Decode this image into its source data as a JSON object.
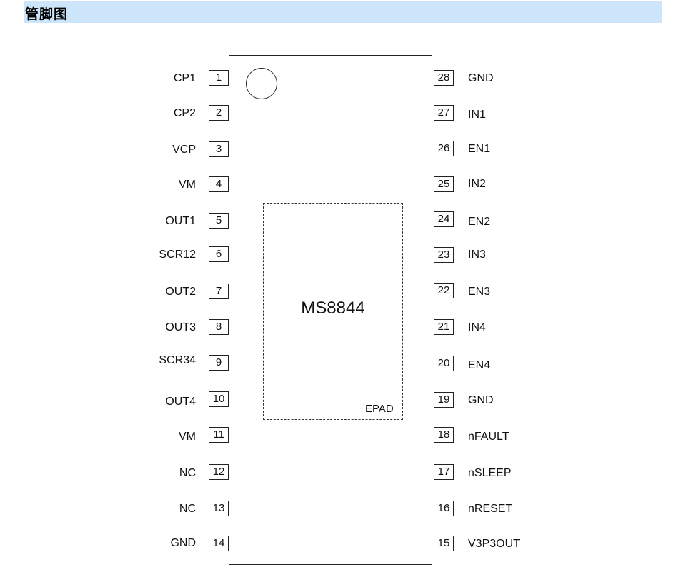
{
  "header": {
    "title": "管脚图"
  },
  "chip": {
    "name": "MS8844",
    "epad_label": "EPAD"
  },
  "left_pins": [
    {
      "num": "1",
      "name": "CP1"
    },
    {
      "num": "2",
      "name": "CP2"
    },
    {
      "num": "3",
      "name": "VCP"
    },
    {
      "num": "4",
      "name": "VM"
    },
    {
      "num": "5",
      "name": "OUT1"
    },
    {
      "num": "6",
      "name": "SCR12"
    },
    {
      "num": "7",
      "name": "OUT2"
    },
    {
      "num": "8",
      "name": "OUT3"
    },
    {
      "num": "9",
      "name": "SCR34"
    },
    {
      "num": "10",
      "name": "OUT4"
    },
    {
      "num": "11",
      "name": "VM"
    },
    {
      "num": "12",
      "name": "NC"
    },
    {
      "num": "13",
      "name": "NC"
    },
    {
      "num": "14",
      "name": "GND"
    }
  ],
  "right_pins": [
    {
      "num": "28",
      "name": "GND"
    },
    {
      "num": "27",
      "name": "IN1"
    },
    {
      "num": "26",
      "name": "EN1"
    },
    {
      "num": "25",
      "name": "IN2"
    },
    {
      "num": "24",
      "name": "EN2"
    },
    {
      "num": "23",
      "name": "IN3"
    },
    {
      "num": "22",
      "name": "EN3"
    },
    {
      "num": "21",
      "name": "IN4"
    },
    {
      "num": "20",
      "name": "EN4"
    },
    {
      "num": "19",
      "name": "GND"
    },
    {
      "num": "18",
      "name": "nFAULT"
    },
    {
      "num": "17",
      "name": "nSLEEP"
    },
    {
      "num": "16",
      "name": "nRESET"
    },
    {
      "num": "15",
      "name": "V3P3OUT"
    }
  ]
}
